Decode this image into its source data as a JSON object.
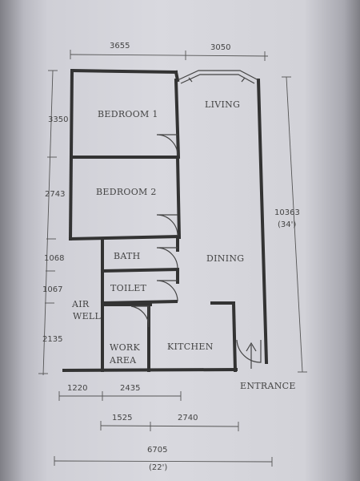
{
  "rooms": {
    "bedroom1": "BEDROOM 1",
    "bedroom2": "BEDROOM 2",
    "living": "LIVING",
    "dining": "DINING",
    "bath": "BATH",
    "toilet": "TOILET",
    "air_well_line1": "AIR",
    "air_well_line2": "WELL",
    "work_area_line1": "WORK",
    "work_area_line2": "AREA",
    "kitchen": "KITCHEN",
    "entrance": "ENTRANCE"
  },
  "dimensions": {
    "top_left": "3655",
    "top_right": "3050",
    "left_1": "3350",
    "left_2": "2743",
    "left_3": "1068",
    "left_4": "1067",
    "left_5": "2135",
    "right_total": "10363",
    "right_total_ft": "(34')",
    "bottom_a1": "1220",
    "bottom_a2": "2435",
    "bottom_b1": "1525",
    "bottom_b2": "2740",
    "bottom_total": "6705",
    "bottom_total_ft": "(22')"
  }
}
